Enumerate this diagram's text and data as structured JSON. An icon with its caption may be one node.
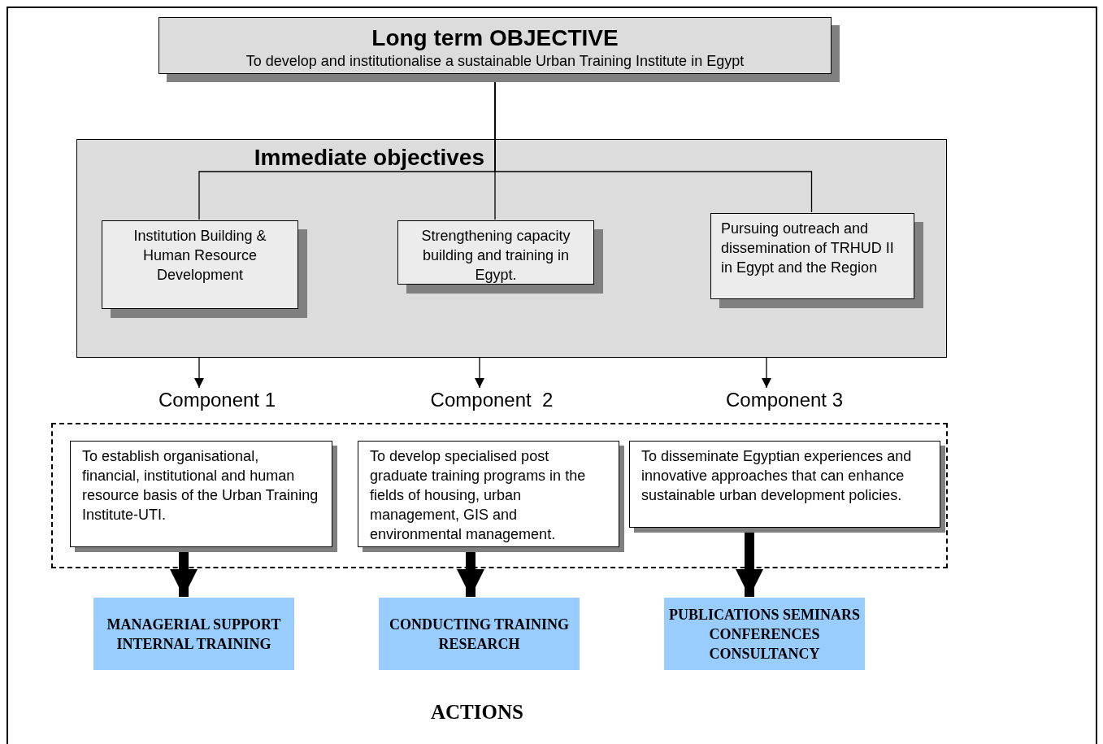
{
  "diagram": {
    "nodes": [
      {
        "text": [
          "Long term OBJECTIVE",
          "To develop and institutionalise a sustainable Urban Training Institute in Egypt"
        ]
      },
      {
        "text": [
          "Immediate objectives"
        ]
      },
      {
        "text": [
          "Institution Building & Human Resource Development"
        ],
        "in": 1
      },
      {
        "text": [
          "Strengthening capacity building and training in Egypt."
        ],
        "in": 1
      },
      {
        "text": [
          "Pursuing outreach and dissemination of TRHUD II in Egypt and the Region"
        ],
        "in": 1
      },
      {
        "text": [
          "Component 1"
        ]
      },
      {
        "text": [
          "Component  2"
        ]
      },
      {
        "text": [
          "Component 3"
        ]
      },
      {
        "text": [],
        "shape": "box"
      },
      {
        "text": [
          "To establish organisational, financial, institutional and human resource basis of the Urban Training Institute-UTI."
        ],
        "in": 8
      },
      {
        "text": [
          "To develop specialised post graduate training programs in the fields of housing, urban management, GIS and environmental management."
        ],
        "in": 8
      },
      {
        "text": [
          "To disseminate Egyptian experiences and innovative approaches that can enhance sustainable urban development policies."
        ],
        "in": 8
      },
      {
        "text": [
          "MANAGERIAL SUPPORT INTERNAL TRAINING"
        ]
      },
      {
        "text": [
          "CONDUCTING TRAINING RESEARCH"
        ]
      },
      {
        "text": [
          "PUBLICATIONS SEMINARS CONFERENCES CONSULTANCY"
        ]
      }
    ],
    "edges": [
      {
        "from": 0,
        "to": 2,
        "arrow": "none"
      },
      {
        "from": 0,
        "to": 3,
        "arrow": "none"
      },
      {
        "from": 0,
        "to": 4,
        "arrow": "none"
      },
      {
        "from": 1,
        "to": 5,
        "arrow": "to"
      },
      {
        "from": 1,
        "to": 6,
        "arrow": "to"
      },
      {
        "from": 1,
        "to": 7,
        "arrow": "to"
      },
      {
        "from": 9,
        "to": 12,
        "arrow": "to",
        "style": "thick"
      },
      {
        "from": 10,
        "to": 13,
        "arrow": "to",
        "style": "thick"
      },
      {
        "from": 11,
        "to": 14,
        "arrow": "to",
        "style": "thick"
      }
    ],
    "labels": [
      "ACTIONS"
    ]
  }
}
